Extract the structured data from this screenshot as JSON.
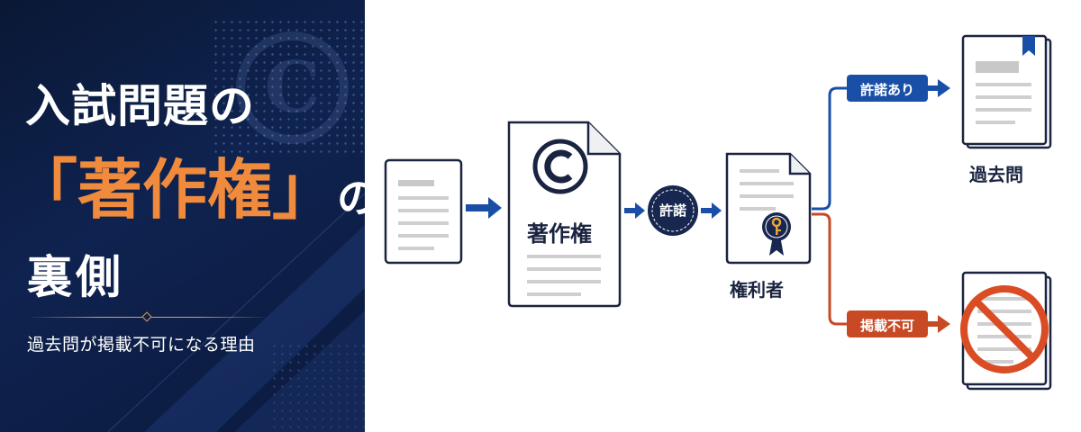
{
  "headline": {
    "line1": "入試問題の",
    "line2_main": "「著作権」",
    "line2_suffix": "の",
    "line3": "裏側"
  },
  "subtitle": "過去問が掲載不可になる理由",
  "diagram": {
    "copyright_doc_label": "著作権",
    "copyright_symbol": "©",
    "permission_circle": "許諾",
    "rights_holder_label": "権利者",
    "approved_pill": "許諾あり",
    "rejected_pill": "掲載不可",
    "past_exam_label": "過去問"
  },
  "colors": {
    "navy": "#0f2350",
    "accent_orange": "#f08a3c",
    "flow_blue": "#1a4fa8",
    "reject_red": "#c84a24"
  }
}
